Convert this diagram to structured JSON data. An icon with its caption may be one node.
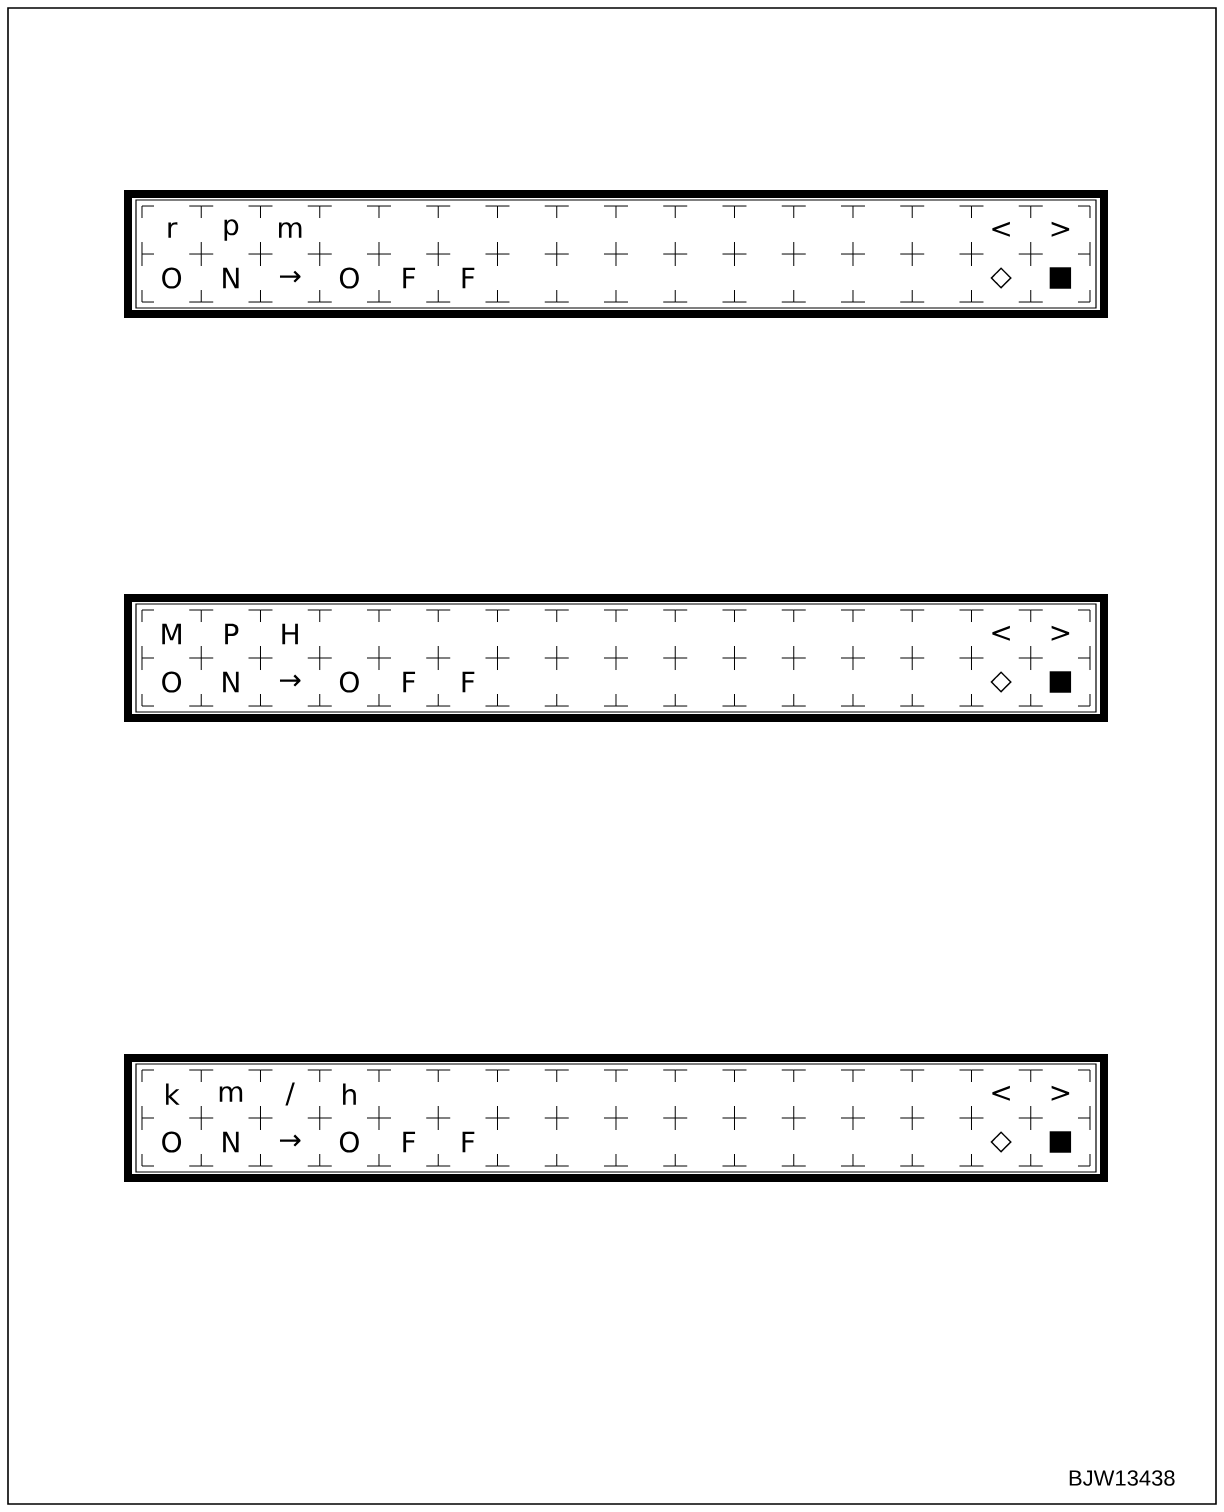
{
  "diagram": {
    "nodes": [
      {
        "text": [
          "r",
          "p",
          "m",
          "<",
          ">",
          "O",
          "N",
          "→",
          "O",
          "F",
          "F",
          "◇",
          "■"
        ]
      },
      {
        "text": [
          "M",
          "P",
          "H",
          "<",
          ">",
          "O",
          "N",
          "→",
          "O",
          "F",
          "F",
          "◇",
          "■"
        ]
      },
      {
        "text": [
          "k",
          "m",
          "/",
          "h",
          "<",
          ">",
          "O",
          "N",
          "→",
          "O",
          "F",
          "F",
          "◇",
          "■"
        ]
      }
    ],
    "labels": [
      "BJW13438"
    ]
  }
}
